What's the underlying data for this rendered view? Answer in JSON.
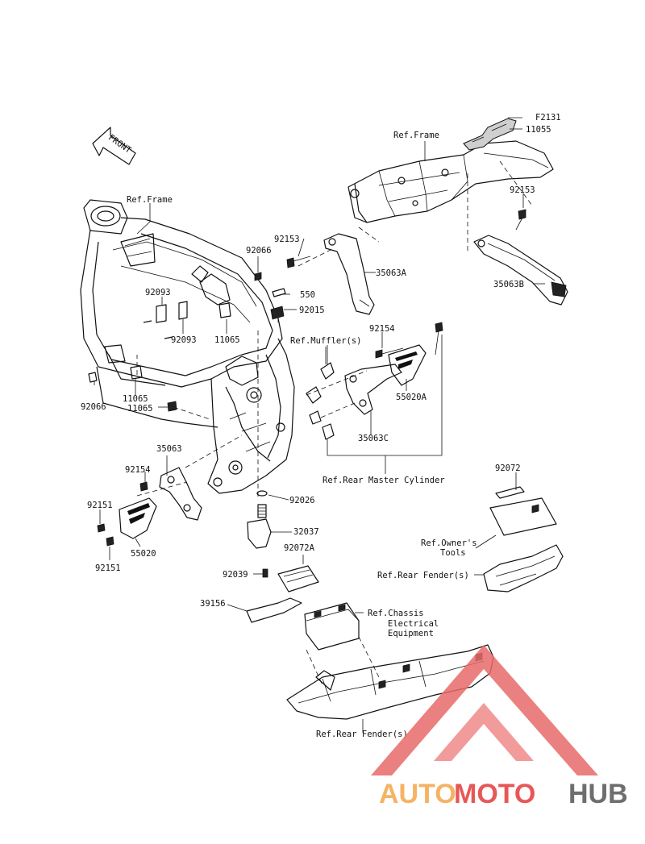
{
  "labels": {
    "front": "FRONT",
    "ref_frame_top": "Ref.Frame",
    "ref_frame_main": "Ref.Frame",
    "f2131": "F2131",
    "p11055": "11055",
    "p92153_right": "92153",
    "p92153_left": "92153",
    "p35063a": "35063A",
    "p35063b": "35063B",
    "p92066_top": "92066",
    "p550": "550",
    "p92015": "92015",
    "p92093_a": "92093",
    "p92093_b": "92093",
    "p11065_a": "11065",
    "ref_mufflers": "Ref.Muffler(s)",
    "p92154_top": "92154",
    "p55020a": "55020A",
    "p35063c": "35063C",
    "p92066_left": "92066",
    "p11065_b": "11065",
    "p11065_c": "11065",
    "ref_rear_master": "Ref.Rear Master Cylinder",
    "p35063": "35063",
    "p92154_left": "92154",
    "p92151_a": "92151",
    "p55020": "55020",
    "p92151_b": "92151",
    "p92026": "92026",
    "p32037": "32037",
    "p92072": "92072",
    "ref_owners_tools_1": "Ref.Owner's",
    "ref_owners_tools_2": "Tools",
    "ref_rear_fender_1": "Ref.Rear Fender(s)",
    "p92072a": "92072A",
    "p92039": "92039",
    "p39156": "39156",
    "ref_chassis_1": "Ref.Chassis",
    "ref_chassis_2": "Electrical",
    "ref_chassis_3": "Equipment",
    "ref_rear_fender_2": "Ref.Rear Fender(s)"
  },
  "watermark": {
    "part1": "AUTO",
    "part2": "MOTO",
    "part3": "HUB",
    "color_orange": "#f4a64a",
    "color_red": "#e53a3a",
    "color_dark": "#555555"
  }
}
